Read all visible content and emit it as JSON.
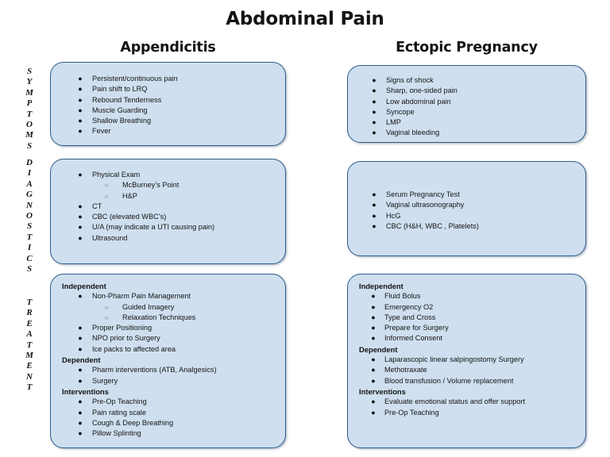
{
  "title": "Abdominal Pain",
  "columns": [
    {
      "id": "appendicitis",
      "header": "Appendicitis"
    },
    {
      "id": "ectopic",
      "header": "Ectopic Pregnancy"
    }
  ],
  "row_labels": [
    {
      "id": "symptoms",
      "text": "SYMPTOMS"
    },
    {
      "id": "diagnostics",
      "text": "DIAGNOSTICS"
    },
    {
      "id": "treatment",
      "text": "TREATMENT"
    }
  ],
  "colors": {
    "box_fill": "#cfdff0",
    "box_border": "#2f5c8a",
    "text": "#141414",
    "page_background": "#ffffff"
  },
  "bullets": {
    "level1_glyph": "●",
    "level2_glyph": "○"
  },
  "cells": {
    "symptoms_appendicitis": [
      {
        "level": 1,
        "text": "Persistent/continuous pain"
      },
      {
        "level": 1,
        "text": "Pain shift to LRQ"
      },
      {
        "level": 1,
        "text": "Rebound Tenderness"
      },
      {
        "level": 1,
        "text": "Muscle Guarding"
      },
      {
        "level": 1,
        "text": "Shallow Breathing"
      },
      {
        "level": 1,
        "text": "Fever"
      }
    ],
    "symptoms_ectopic": [
      {
        "level": 1,
        "text": "Signs of shock"
      },
      {
        "level": 1,
        "text": "Sharp, one-sided pain"
      },
      {
        "level": 1,
        "text": "Low abdominal pain"
      },
      {
        "level": 1,
        "text": "Syncope"
      },
      {
        "level": 1,
        "text": "LMP"
      },
      {
        "level": 1,
        "text": "Vaginal bleeding"
      }
    ],
    "diagnostics_appendicitis": [
      {
        "level": 1,
        "text": "Physical Exam"
      },
      {
        "level": 2,
        "text": "McBurney’s Point"
      },
      {
        "level": 2,
        "text": "H&P"
      },
      {
        "level": 1,
        "text": "CT"
      },
      {
        "level": 1,
        "text": "CBC (elevated WBC’s)"
      },
      {
        "level": 1,
        "text": "U/A (may indicate a UTI causing  pain)"
      },
      {
        "level": 1,
        "text": "Ultrasound"
      }
    ],
    "diagnostics_ectopic": [
      {
        "level": 1,
        "text": "Serum Pregnancy Test"
      },
      {
        "level": 1,
        "text": "Vaginal ultrasonography"
      },
      {
        "level": 1,
        "text": "HcG"
      },
      {
        "level": 1,
        "text": "CBC (H&H, WBC , Platelets)"
      }
    ],
    "treatment_appendicitis": [
      {
        "level": 0,
        "text": "Independent"
      },
      {
        "level": 1,
        "text": "Non-Pharm Pain Management"
      },
      {
        "level": 2,
        "text": "Guided Imagery"
      },
      {
        "level": 2,
        "text": "Relaxation Techniques"
      },
      {
        "level": 1,
        "text": "Proper Positioning"
      },
      {
        "level": 1,
        "text": "NPO prior to Surgery"
      },
      {
        "level": 1,
        "text": "Ice packs to affected area"
      },
      {
        "level": 0,
        "text": "Dependent"
      },
      {
        "level": 1,
        "text": "Pharm interventions (ATB, Analgesics)"
      },
      {
        "level": 1,
        "text": "Surgery"
      },
      {
        "level": 0,
        "text": "Interventions"
      },
      {
        "level": 1,
        "text": "Pre-Op Teaching"
      },
      {
        "level": 1,
        "text": "Pain rating scale"
      },
      {
        "level": 1,
        "text": "Cough & Deep Breathing"
      },
      {
        "level": 1,
        "text": "Pillow Splinting"
      }
    ],
    "treatment_ectopic": [
      {
        "level": 0,
        "text": "Independent"
      },
      {
        "level": 1,
        "text": "Fluid Bolus"
      },
      {
        "level": 1,
        "text": "Emergency O2"
      },
      {
        "level": 1,
        "text": "Type and Cross"
      },
      {
        "level": 1,
        "text": "Prepare for Surgery"
      },
      {
        "level": 1,
        "text": "Informed Consent"
      },
      {
        "level": 0,
        "text": "Dependent"
      },
      {
        "level": 1,
        "text": "Laparascopic linear salpingostomy Surgery"
      },
      {
        "level": 1,
        "text": "Methotraxate"
      },
      {
        "level": 1,
        "text": "Blood transfusion / Volume replacement"
      },
      {
        "level": 0,
        "text": "Interventions"
      },
      {
        "level": 1,
        "text": "Evaluate emotional status and offer support"
      },
      {
        "level": 1,
        "text": "Pre-Op Teaching"
      }
    ]
  }
}
